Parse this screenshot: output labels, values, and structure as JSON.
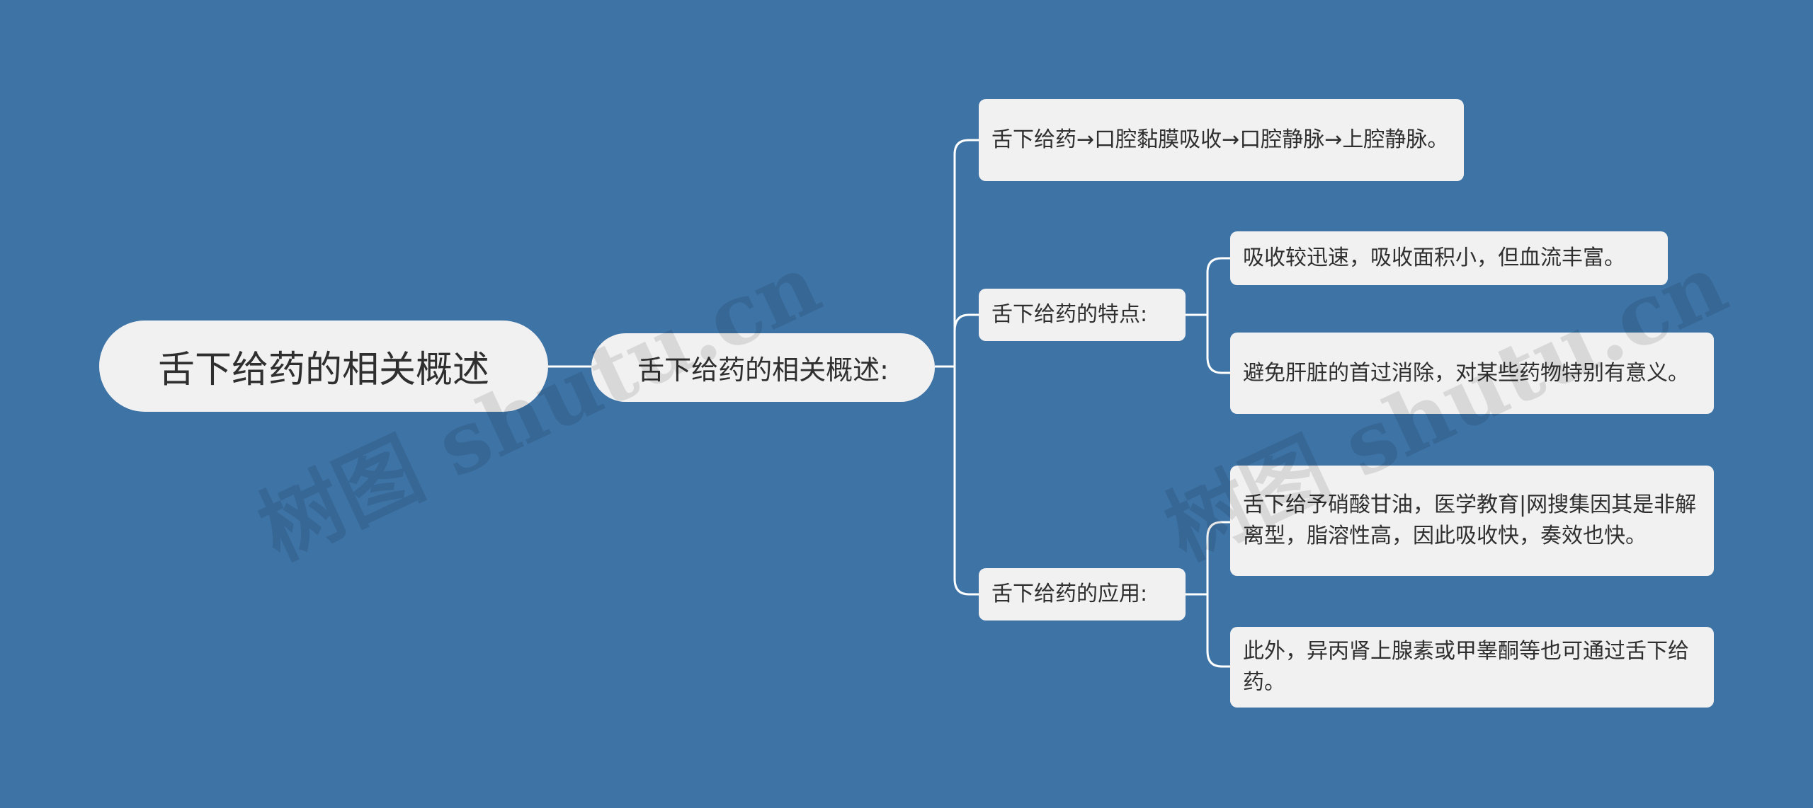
{
  "mindmap": {
    "root": "舌下给药的相关概述",
    "branch": "舌下给药的相关概述:",
    "route": "舌下给药→口腔黏膜吸收→口腔静脉→上腔静脉。",
    "features": {
      "label": "舌下给药的特点:",
      "items": [
        "吸收较迅速，吸收面积小，但血流丰富。",
        "避免肝脏的首过消除，对某些药物特别有意义。"
      ]
    },
    "applications": {
      "label": "舌下给药的应用:",
      "items": [
        "舌下给予硝酸甘油，医学教育|网搜集因其是非解离型，脂溶性高，因此吸收快，奏效也快。",
        "此外，异丙肾上腺素或甲睾酮等也可通过舌下给药。"
      ]
    }
  },
  "watermark": "树图 shutu.cn",
  "colors": {
    "background": "#3e73a6",
    "node_fill": "#f1f1f1",
    "connector": "#ffffff",
    "text": "#2f2f2f"
  }
}
